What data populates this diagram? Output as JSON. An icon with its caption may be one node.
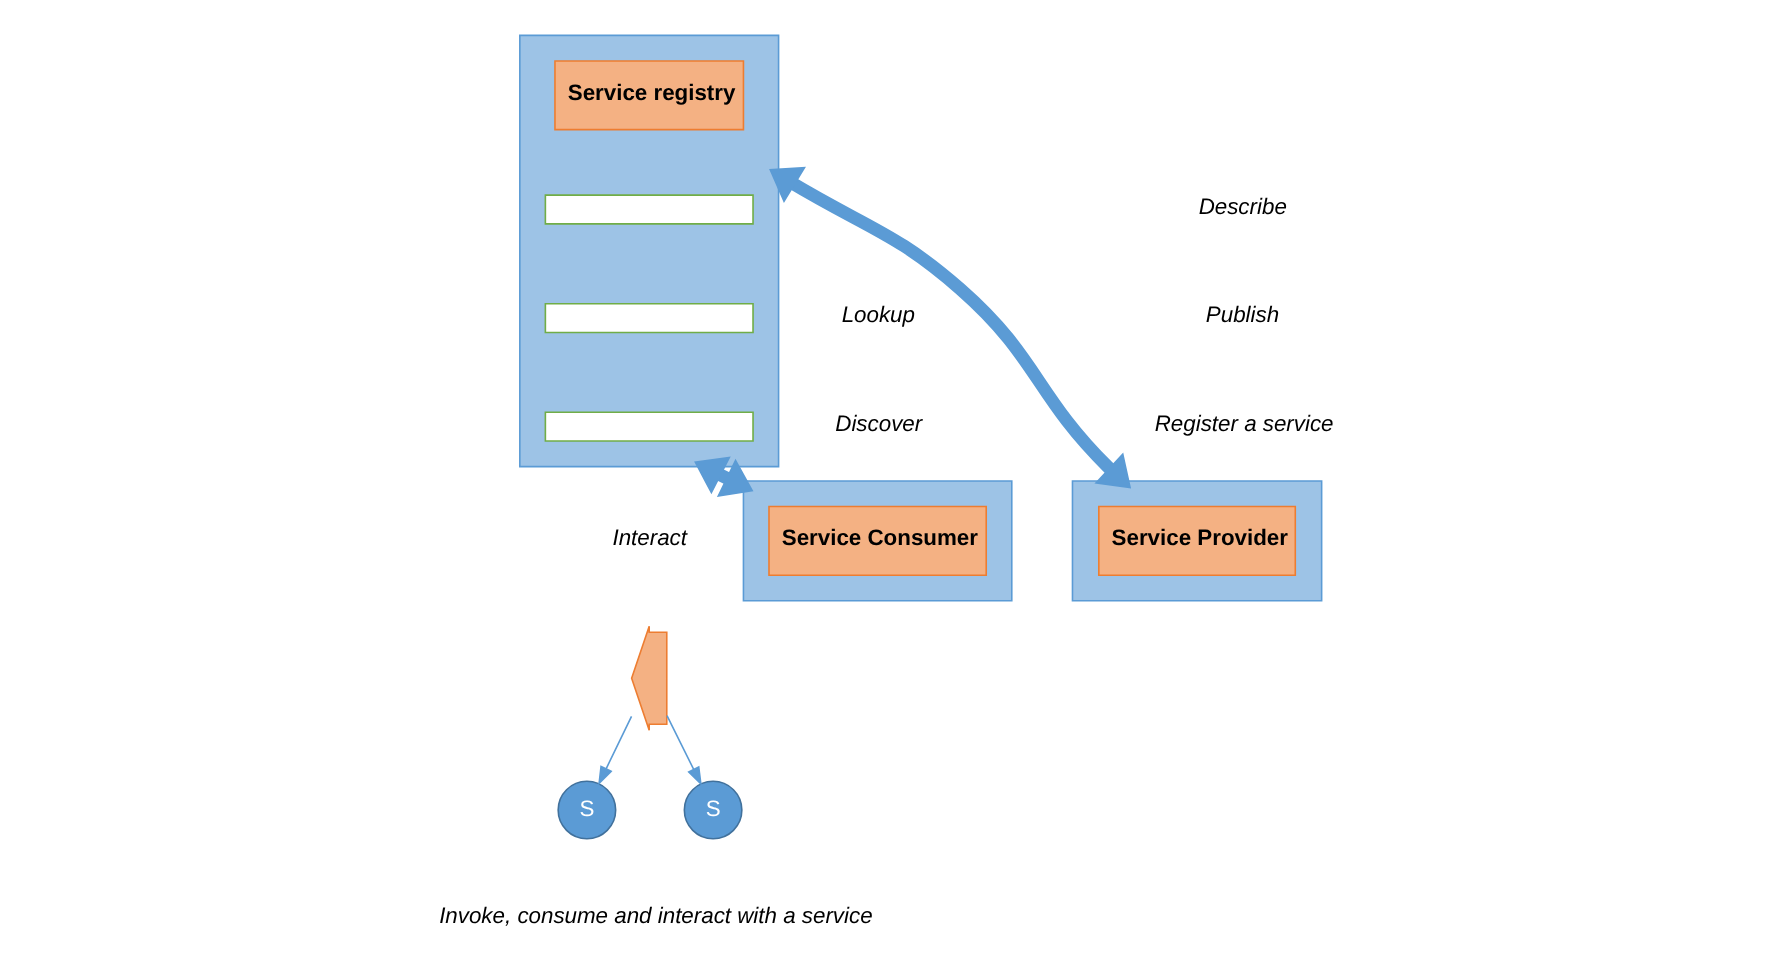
{
  "diagram": {
    "nodes": [
      {
        "text": [],
        "shape": "box"
      },
      {
        "text": [
          "Service registry"
        ],
        "in": 0
      },
      {
        "text": [],
        "shape": "box",
        "in": 0
      },
      {
        "text": [],
        "shape": "box",
        "in": 0
      },
      {
        "text": [],
        "shape": "box",
        "in": 0
      },
      {
        "text": [],
        "shape": "box"
      },
      {
        "text": [
          "Service Consumer"
        ],
        "in": 5
      },
      {
        "text": [],
        "shape": "box"
      },
      {
        "text": [
          "Service Provider"
        ],
        "in": 7
      },
      {
        "text": [],
        "shape": "arc"
      },
      {
        "text": [
          "S"
        ]
      },
      {
        "text": [
          "S"
        ]
      }
    ],
    "edges": [
      {
        "from": 5,
        "to": 0,
        "arrow": "both",
        "style": "thick"
      },
      {
        "from": 0,
        "to": 7,
        "arrow": "both",
        "style": "thick"
      },
      {
        "from": 9,
        "to": 10,
        "arrow": "to"
      },
      {
        "from": 9,
        "to": 11,
        "arrow": "to"
      }
    ],
    "labels": [
      "Lookup",
      "Discover",
      "Describe",
      "Publish",
      "Register a service",
      "Interact",
      "Invoke, consume and interact with a service"
    ]
  }
}
